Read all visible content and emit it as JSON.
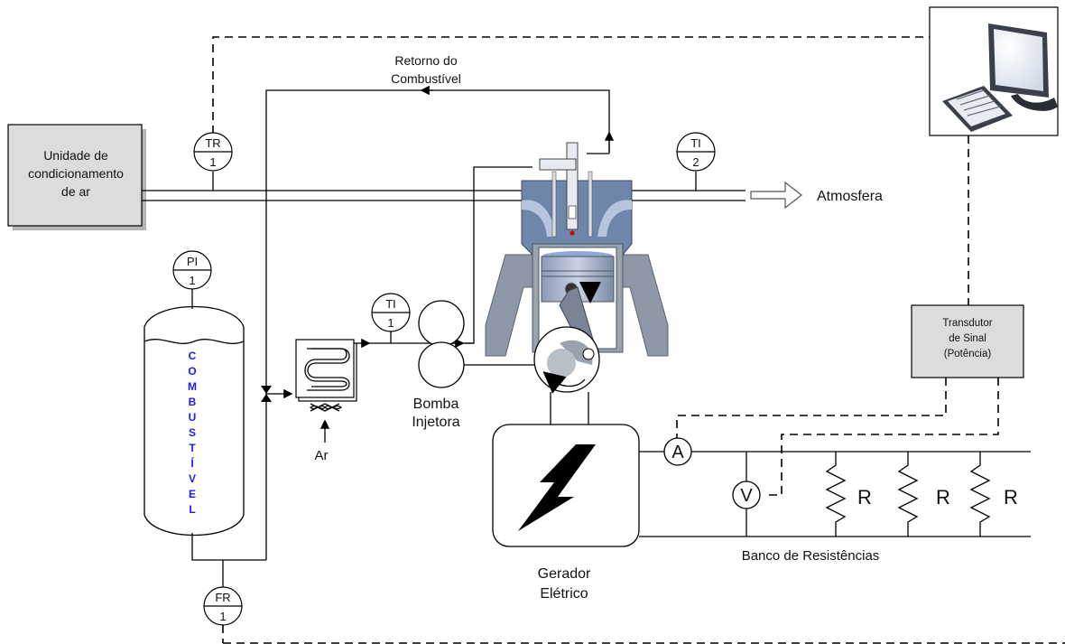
{
  "labels": {
    "air_unit": [
      "Unidade de",
      "condicionamento",
      "de ar"
    ],
    "fuel_return": [
      "Retorno do",
      "Combustível"
    ],
    "atmosphere": "Atmosfera",
    "pump": [
      "Bomba",
      "Injetora"
    ],
    "air": "Ar",
    "generator": [
      "Gerador",
      "Elétrico"
    ],
    "transducer": [
      "Transdutor",
      "de Sinal",
      "(Potência)"
    ],
    "resistor_bank": "Banco de Resistências",
    "tank_vertical": [
      "C",
      "O",
      "M",
      "B",
      "U",
      "S",
      "T",
      "Í",
      "V",
      "E",
      "L"
    ],
    "ammeter": "A",
    "voltmeter": "V",
    "resistors": [
      "R",
      "R",
      "R"
    ]
  },
  "instruments": {
    "tr1": {
      "tag": "TR",
      "num": "1"
    },
    "pi1": {
      "tag": "PI",
      "num": "1"
    },
    "ti1": {
      "tag": "TI",
      "num": "1"
    },
    "ti2": {
      "tag": "TI",
      "num": "2"
    },
    "fr1": {
      "tag": "FR",
      "num": "1"
    }
  },
  "colors": {
    "tank_text": "#1a1aff",
    "grey_box": "#dcdcdc",
    "engine_blue": "#6e86aa",
    "engine_grey": "#9aa4b0"
  }
}
